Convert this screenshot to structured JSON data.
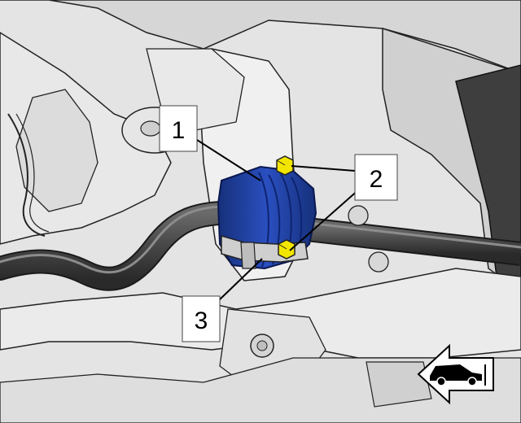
{
  "callouts": [
    {
      "id": "1",
      "label": "1"
    },
    {
      "id": "2",
      "label": "2"
    },
    {
      "id": "3",
      "label": "3"
    }
  ],
  "direction_indicator": {
    "icon": "vehicle-forward-arrow-icon",
    "direction": "left"
  },
  "colors": {
    "background": "#e2e2e2",
    "component_highlight": "#1f3f9e",
    "fastener_highlight": "#f2e600",
    "stabilizer_bar": "#4a4a4a",
    "outline": "#000000"
  }
}
